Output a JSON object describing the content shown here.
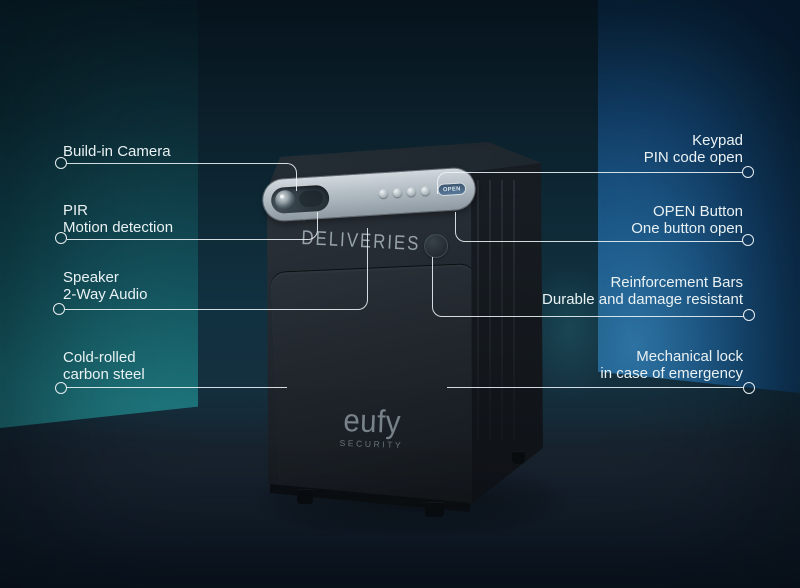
{
  "product": {
    "front_label": "DELIVERIES",
    "brand": "eufy",
    "brand_subtitle": "SECURITY",
    "open_button_label": "OPEN"
  },
  "callouts": {
    "left": [
      {
        "lines": [
          "Build-in Camera",
          ""
        ]
      },
      {
        "lines": [
          "PIR",
          "Motion detection"
        ]
      },
      {
        "lines": [
          "Speaker",
          "2-Way Audio"
        ]
      },
      {
        "lines": [
          "Cold-rolled",
          "carbon steel"
        ]
      }
    ],
    "right": [
      {
        "lines": [
          "Keypad",
          "PIN code open"
        ]
      },
      {
        "lines": [
          "OPEN Button",
          "One button open"
        ]
      },
      {
        "lines": [
          "Reinforcement Bars",
          "Durable and damage resistant"
        ]
      },
      {
        "lines": [
          "Mechanical lock",
          "in case of emergency"
        ]
      }
    ]
  },
  "colors": {
    "teal_panel": "#1f767d",
    "blue_panel": "#1d5a8a",
    "background": "#111c28",
    "callout_text": "#e9f1f3",
    "leader_line": "#eef5f7",
    "bar_silver": "#b3bdc4",
    "box_body": "#22282e"
  }
}
